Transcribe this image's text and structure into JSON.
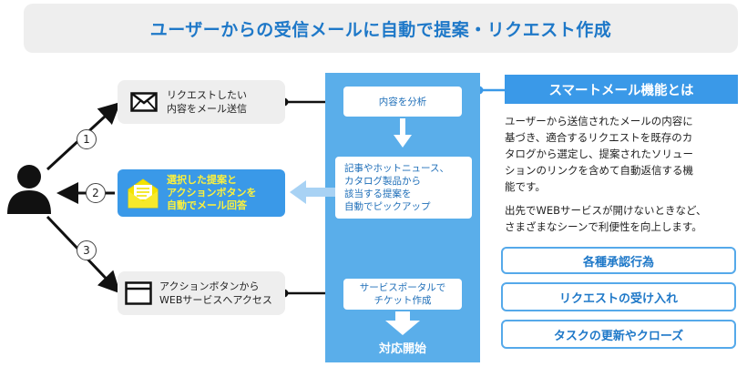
{
  "title": "ユーザーからの受信メールに自動で提案・リクエスト作成",
  "left_boxes": {
    "request_mail": {
      "line1": "リクエストしたい",
      "line2": "内容をメール送信"
    },
    "reply": {
      "line1": "選択した提案と",
      "line2": "アクションボタンを",
      "line3": "自動でメール回答"
    },
    "web_access": {
      "line1": "アクションボタンから",
      "line2": "WEBサービスへアクセス"
    }
  },
  "steps": [
    "1",
    "2",
    "3"
  ],
  "center": {
    "analyze": "内容を分析",
    "pickup": {
      "line1": "記事やホットニュース、",
      "line2": "カタログ製品から",
      "line3": "該当する提案を",
      "line4": "自動でピックアップ"
    },
    "ticket": {
      "line1": "サービスポータルで",
      "line2": "チケット作成"
    },
    "start": "対応開始"
  },
  "smart_mail": {
    "header": "スマートメール機能とは",
    "desc1": "ユーザーから送信されたメールの内容に\n基づき、適合するリクエストを既存のカ\nタログから選定し、提案されたソリュー\nションのリンクを含めて自動返信する機\n能です。",
    "desc2": "出先でWEBサービスが開けないときなど、\nさまざまなシーンで利便性を向上します。",
    "features": [
      "各種承認行為",
      "リクエストの受け入れ",
      "タスクの更新やクローズ"
    ]
  },
  "colors": {
    "accent": "#1e78c8",
    "panel": "#5aaeea",
    "reply_bg": "#3a99e8",
    "highlight_text": "#fff23a"
  },
  "icons": {
    "user": "user-icon",
    "mail": "mail-icon",
    "open_mail": "open-mail-icon",
    "browser": "browser-window-icon"
  }
}
